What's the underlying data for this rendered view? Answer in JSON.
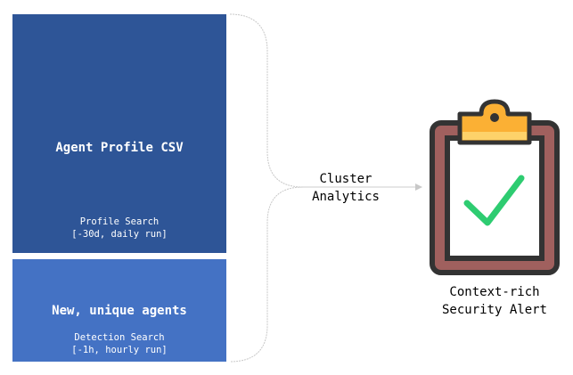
{
  "blocks": [
    {
      "title": "Agent Profile CSV",
      "subtitle_line1": "Profile Search",
      "subtitle_line2": "[-30d, daily run]",
      "color": "#2e5597"
    },
    {
      "title": "New, unique agents",
      "subtitle_line1": "Detection Search",
      "subtitle_line2": "[-1h, hourly run]",
      "color": "#4472c4"
    }
  ],
  "connector": {
    "label_line1": "Cluster",
    "label_line2": "Analytics",
    "color": "#cccccc"
  },
  "result": {
    "icon": "clipboard-check-icon",
    "label_line1": "Context-rich",
    "label_line2": "Security Alert",
    "colors": {
      "board": "#a0605e",
      "outline": "#333333",
      "clip": "#fbb034",
      "clip_light": "#fdd26a",
      "check": "#2ecc71"
    }
  }
}
